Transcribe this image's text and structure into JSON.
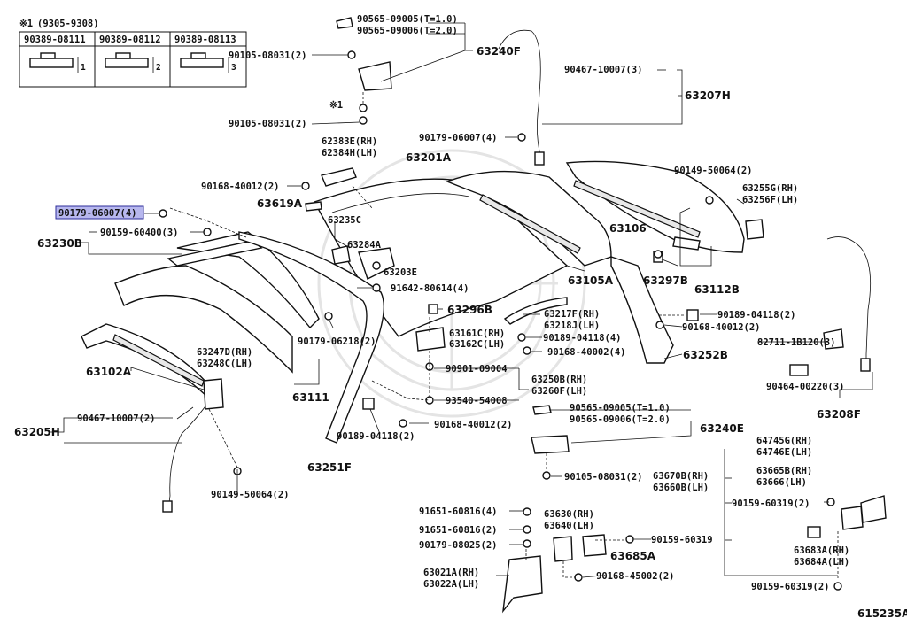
{
  "diagram_id": "615235A",
  "note": {
    "mark": "※1",
    "range": "(9305-9308)",
    "columns": [
      {
        "part": "90389-08111",
        "index": "1"
      },
      {
        "part": "90389-08112",
        "index": "2"
      },
      {
        "part": "90389-08113",
        "index": "3"
      }
    ],
    "ref_mark": "※1"
  },
  "labels": {
    "l63240f_a": "90565-09005(T=1.0)",
    "l63240f_b": "90565-09006(T=2.0)",
    "l63240f_bolt": "90105-08031(2)",
    "l63240f_bolt2": "90105-08031(2)",
    "p63240F": "63240F",
    "l63207h_a": "90467-10007(3)",
    "p63207H": "63207H",
    "p62383E": "62383E(RH)",
    "p62384H": "62384H(LH)",
    "l_90179_top": "90179-06007(4)",
    "p63201A": "63201A",
    "l_90168_left": "90168-40012(2)",
    "p63619A": "63619A",
    "l_90179_hl": "90179-06007(4)",
    "p63235C": "63235C",
    "l_90159_60400": "90159-60400(3)",
    "p63230B": "63230B",
    "p63284A": "63284A",
    "p63203E": "63203E",
    "l_91642": "91642-80614(4)",
    "l_90149_r": "90149-50064(2)",
    "p63255G": "63255G(RH)",
    "p63256F": "63256F(LH)",
    "p63106": "63106",
    "p63297B": "63297B",
    "p63112B": "63112B",
    "p63105A": "63105A",
    "p63296B": "63296B",
    "p63217F": "63217F(RH)",
    "p63218J": "63218J(LH)",
    "l_90189_r": "90189-04118(2)",
    "l_90168_r": "90168-40012(2)",
    "l_82711": "82711-1B120(3)",
    "p63161C": "63161C(RH)",
    "p63162C": "63162C(LH)",
    "l_90189_m": "90189-04118(4)",
    "l_90168_m": "90168-40002(4)",
    "p63252B": "63252B",
    "l_90179_08218": "90179-06218(2)",
    "p63247D": "63247D(RH)",
    "p63248C": "63248C(LH)",
    "p63102A": "63102A",
    "l_90901": "90901-09004",
    "p63250B": "63250B(RH)",
    "p63260F": "63260F(LH)",
    "l_90464": "90464-00220(3)",
    "p63111": "63111",
    "l_93540": "93540-54008",
    "p63208F": "63208F",
    "l_90565_a2": "90565-09005(T=1.0)",
    "l_90565_b2": "90565-09006(T=2.0)",
    "l_90467_l": "90467-10007(2)",
    "p63205H": "63205H",
    "l_90168_c": "90168-40012(2)",
    "l_90189_c": "90189-04118(2)",
    "p63240E": "63240E",
    "p63251F": "63251F",
    "p64745G": "64745G(RH)",
    "p64746E": "64746E(LH)",
    "l_90105_b": "90105-08031(2)",
    "p63670B": "63670B(RH)",
    "p63660B": "63660B(LH)",
    "p63665B": "63665B(RH)",
    "p63666": "63666(LH)",
    "l_90149_l": "90149-50064(2)",
    "l_90159_c": "90159-60319(2)",
    "l_91651_a": "91651-60816(4)",
    "p63630": "63630(RH)",
    "p63640": "63640(LH)",
    "l_91651_b": "91651-60816(2)",
    "l_90159_d": "90159-60319",
    "l_90179_08025": "90179-08025(2)",
    "p63685A": "63685A",
    "p63683A": "63683A(RH)",
    "p63684A": "63684A(LH)",
    "p63021A": "63021A(RH)",
    "p63022A": "63022A(LH)",
    "l_90168_45002": "90168-45002(2)",
    "l_90159_e": "90159-60319(2)"
  },
  "highlight": {
    "part": "90179-06007(4)",
    "color": "#b7b7ee"
  }
}
